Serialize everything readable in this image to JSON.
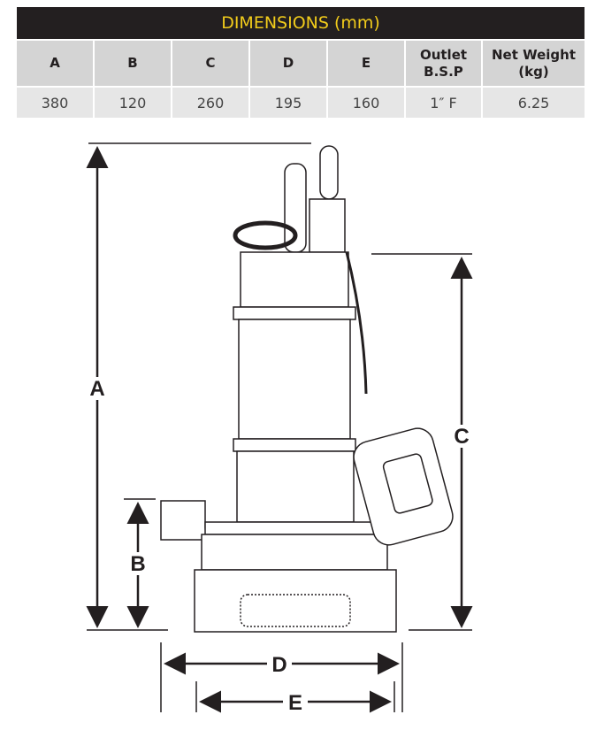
{
  "table": {
    "title": "DIMENSIONS (mm)",
    "headers": [
      "A",
      "B",
      "C",
      "D",
      "E",
      "Outlet B.S.P",
      "Net Weight (kg)"
    ],
    "values": [
      "380",
      "120",
      "260",
      "195",
      "160",
      "1″ F",
      "6.25"
    ]
  },
  "diagram": {
    "labels": {
      "a": "A",
      "b": "B",
      "c": "C",
      "d": "D",
      "e": "E"
    }
  }
}
